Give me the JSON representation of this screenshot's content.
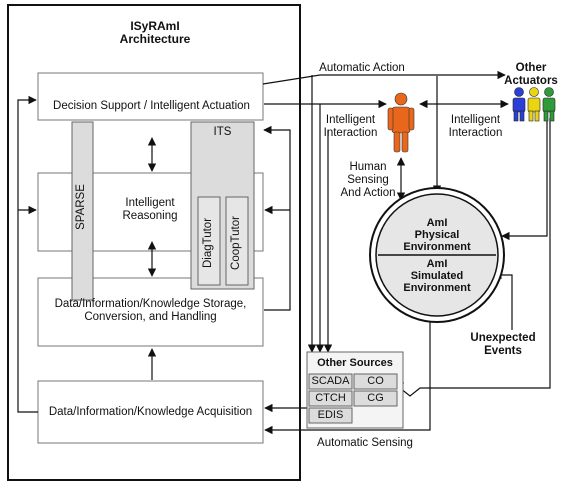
{
  "architecture": {
    "title_line1": "ISyRAmI",
    "title_line2": "Architecture"
  },
  "modules": {
    "decision_support": "Decision Support / Intelligent Actuation",
    "intelligent_reasoning_line1": "Intelligent",
    "intelligent_reasoning_line2": "Reasoning",
    "storage_line1": "Data/Information/Knowledge Storage,",
    "storage_line2": "Conversion, and Handling",
    "acquisition": "Data/Information/Knowledge Acquisition",
    "sparse": "SPARSE",
    "its": "ITS",
    "diagtutor": "DiagTutor",
    "cooptutor": "CoopTutor"
  },
  "connections": {
    "automatic_action": "Automatic Action",
    "automatic_sensing": "Automatic Sensing",
    "intelligent_interaction_left_line1": "Intelligent",
    "intelligent_interaction_left_line2": "Interaction",
    "intelligent_interaction_right_line1": "Intelligent",
    "intelligent_interaction_right_line2": "Interaction",
    "human_sensing_line1": "Human",
    "human_sensing_line2": "Sensing",
    "human_sensing_line3": "And Action"
  },
  "actuators": {
    "label_line1": "Other",
    "label_line2": "Actuators"
  },
  "environment": {
    "physical_line1": "AmI",
    "physical_line2": "Physical",
    "physical_line3": "Environment",
    "simulated_line1": "AmI",
    "simulated_line2": "Simulated",
    "simulated_line3": "Environment"
  },
  "events": {
    "line1": "Unexpected",
    "line2": "Events"
  },
  "other_sources": {
    "title": "Other Sources",
    "items": [
      "SCADA",
      "CO",
      "CTCH",
      "CG",
      "EDIS"
    ]
  },
  "colors": {
    "human": "#e8671c",
    "actuator_blue": "#2b3fd6",
    "actuator_yellow": "#e9d515",
    "actuator_green": "#2f9a3a",
    "module_fill": "#ffffff",
    "bar_fill": "#dcdcdc",
    "env_fill": "#e6e6e6"
  }
}
